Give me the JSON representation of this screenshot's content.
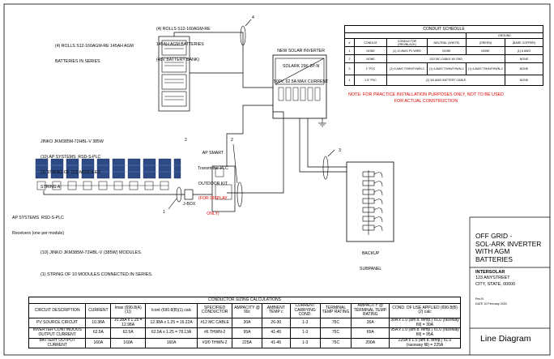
{
  "battery_bank": {
    "top_label": [
      "(4) ROLLS S12-160AGM-RE",
      "145AH AGM BATTERIES",
      "(48V BATTERY BANK)"
    ],
    "side_label": [
      "(4) ROLLS S12-160AGM-RE 145AH AGM",
      "BATTERIES IN SERIES"
    ]
  },
  "inverter": {
    "label": [
      "NEW SOLAR INVERTER",
      "SOLARK 15K-2P-N",
      "500V, 62.5A MAX CURRENT"
    ]
  },
  "array": {
    "label": [
      "JINKO JKM385M-72HBL-V 385W",
      "(10) AP SYSTEMS  RSD-S-PLC",
      "(1) STRING OF (10) MODULES",
      "STRING A"
    ],
    "rsd_label": [
      "AP SYSTEMS  RSD-S-PLC",
      "Receivers (one per module)"
    ]
  },
  "ap_smart": {
    "label": [
      "AP SMART",
      "Transmitter-PLC",
      "OUTDOOR KIT"
    ],
    "red_label": [
      "(FOR DISPLAY",
      "ONLY)"
    ]
  },
  "jbox": "J-BOX",
  "backup": [
    "BACKUP",
    "SUBPANEL"
  ],
  "modules_note": [
    "(10) JINKO JKM385M-72HBL-V (385W) MODULES.",
    "(1) STRING OF 10 MODULES CONNECTED IN SERIES."
  ],
  "tags": [
    "1",
    "2",
    "2",
    "3",
    "4"
  ],
  "note": "NOTE: FOR PRACTICE INSTALLATION PURPOSES ONLY, NOT TO BE USED FOR ACTUAL CONSTRUCTION",
  "conduit_schedule": {
    "title": "CONDUIT SCHEDULE",
    "ground_header": "GROUND",
    "headers": [
      "#",
      "CONDUIT",
      "CONDUCTOR (RED/BLACK)",
      "NEUTRAL (WHITE)",
      "(GREEN)",
      "(BARE COPPER)"
    ],
    "rows": [
      [
        "1",
        "NONE",
        "(1) 10 AWG PV WIRE",
        "NONE",
        "NONE",
        "(1) 6 AWG"
      ],
      [
        "2",
        "NONE",
        "12/2 MC CABLE W/ GND",
        "",
        "",
        "NONE"
      ],
      [
        "3",
        "1\" PVC",
        "(2) 6 AWG THHN/THWN-2",
        "(1) 6 AWG THHN/THWN-2",
        "(1) 6 AWG THHN/THWN-2",
        "NONE"
      ],
      [
        "4",
        "1.5\" PVC",
        "(2) 3/0  AWG BATTERY CABLE",
        "",
        "",
        "NONE"
      ]
    ]
  },
  "sizing": {
    "title": "CONDUCTOR SIZING CALCULATIONS",
    "headers": [
      "CIRCUIT DESCRIPTION",
      "CURRENT",
      "Imax (690.8(A)(1))",
      "Icont (690.8(B)(1) calc",
      "SPECIFIED CONDUCTOR",
      "AMPACITY @ 90c",
      "AMBIENT TEMP c",
      "CURRENT CARRYING COND.",
      "TERMINAL TEMP RATING",
      "AMPACITY @ TERMINAL TEMP. RATING",
      "COND. OF USE APPLIED (690.8(B)(2) calc"
    ],
    "rows": [
      [
        "PV SOURCE CIRCUIT",
        "10.38A",
        "10.38A x 1.25 = 12.98A",
        "12.98A x 1.25 = 16.22A",
        "#12 MC CABLE",
        "30A",
        "26-30",
        "1-3",
        "75C",
        "35A",
        "30A x 1.0 (am b. temp.) x1.0 (raceway fill) = 30A"
      ],
      [
        "INVERTER CONTINUOUS OUTPUT CURRENT",
        "62.5A",
        "62.5A",
        "62.5A x 1.25 = 78.13A",
        "#6 THWN-2",
        "95A",
        "41-45",
        "1-3",
        "75C",
        "65A",
        "95A x 1.0 (am b. temp.) x1.0 (raceway fill) = 95A"
      ],
      [
        "BATTERY OUTPUT CURRENT",
        "160A",
        "160A",
        "160A",
        "#3/0 THWN-2",
        "225A",
        "41-45",
        "1-3",
        "75C",
        "200A",
        "225A x 1.0 (am b. temp.) x1.0 (raceway fill) = 225A"
      ]
    ]
  },
  "title_block": {
    "title": [
      "OFF GRID -",
      "SOL-ARK INVERTER",
      "WITH AGM",
      "BATTERIES"
    ],
    "company": "INTERSOLAR",
    "address": [
      "123 ANYSTREET",
      "CITY, STATE, 00000"
    ],
    "rev": "Rev B",
    "date": "DATE 10 February 2023",
    "drawing": "Line Diagram"
  }
}
